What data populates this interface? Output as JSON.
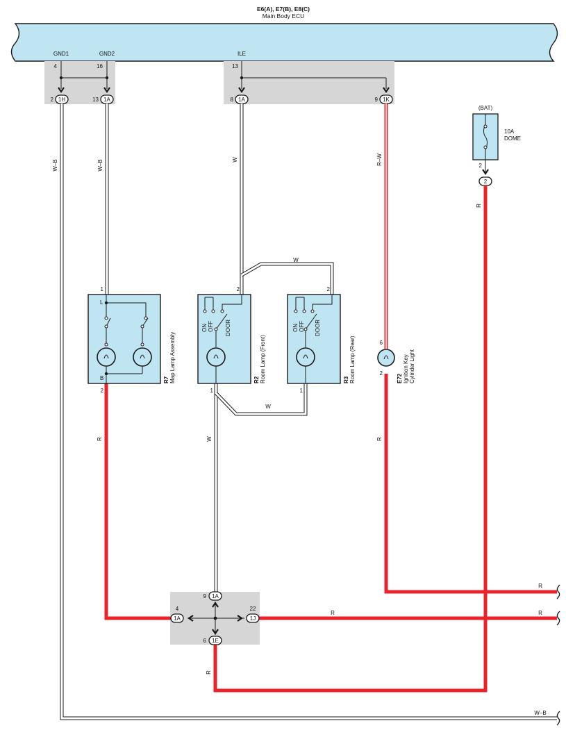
{
  "ecu": {
    "connectors_label": "E6(A), E7(B), E8(C)",
    "name": "Main Body ECU",
    "pins": [
      {
        "name": "GND1",
        "num": "4"
      },
      {
        "name": "GND2",
        "num": "16"
      },
      {
        "name": "ILE",
        "num": "13"
      }
    ]
  },
  "junction_top": [
    {
      "pin": "2",
      "code": "1H"
    },
    {
      "pin": "13",
      "code": "1A"
    },
    {
      "pin": "8",
      "code": "1A"
    },
    {
      "pin": "9",
      "code": "1K"
    }
  ],
  "fuse": {
    "supply": "(BAT)",
    "rating": "10A",
    "name": "DOME",
    "pin": "2",
    "connector": "2"
  },
  "wire_labels": {
    "wb1": "W–B",
    "wb2": "W–B",
    "w1": "W",
    "rw": "R–W",
    "r_fuse": "R",
    "w_bridge_top": "W",
    "w_bridge_bottom": "W",
    "r_map": "R",
    "w_down": "W",
    "r_key": "R",
    "r_bottom": "R",
    "r_right1": "R",
    "r_right2": "R",
    "r_right3": "R",
    "wb_bottom": "W–B"
  },
  "components": {
    "r7": {
      "code": "R7",
      "name": "Map Lamp Assembly",
      "pin_top": "1",
      "pin_bottom": "2",
      "term_l": "L",
      "term_b": "B"
    },
    "r2": {
      "code": "R2",
      "name": "Room Lamp (Front)",
      "pin_top": "2",
      "pin_bottom": "1",
      "sw_on": "ON",
      "sw_off": "OFF",
      "sw_door": "DOOR"
    },
    "r3": {
      "code": "R3",
      "name": "Room Lamp (Rear)",
      "pin_top": "2",
      "pin_bottom": "1",
      "sw_on": "ON",
      "sw_off": "OFF",
      "sw_door": "DOOR"
    },
    "e72": {
      "code": "E72",
      "name1": "Ignition Key",
      "name2": "Cylinder Light",
      "pin_top": "6",
      "pin_bottom": "2"
    }
  },
  "junction_bottom": [
    {
      "pin": "9",
      "code": "1A"
    },
    {
      "pin": "4",
      "code": "1A"
    },
    {
      "pin": "22",
      "code": "1J"
    },
    {
      "pin": "6",
      "code": "1E"
    }
  ],
  "colors": {
    "ecu_fill": "#bfe4f2",
    "component_fill": "#bfe4f2",
    "junction_fill": "#d6d6d6",
    "red_wire": "#e8232a",
    "outline": "#1a1a1a"
  }
}
